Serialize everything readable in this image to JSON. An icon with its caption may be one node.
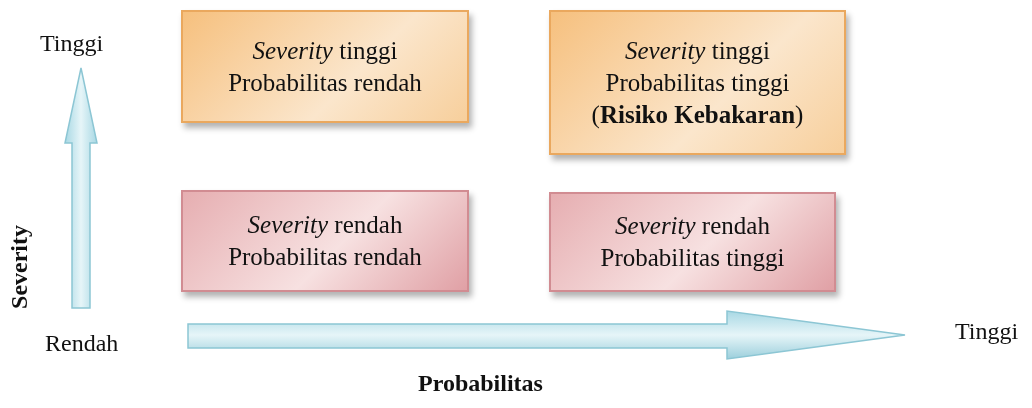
{
  "diagram": {
    "nodes": [
      {
        "text": [
          "*Severity* tinggi",
          "Probabilitas rendah"
        ]
      },
      {
        "text": [
          "*Severity* tinggi",
          "Probabilitas tinggi",
          "(**Risiko Kebakaran**)"
        ]
      },
      {
        "text": [
          "*Severity* rendah",
          "Probabilitas rendah"
        ]
      },
      {
        "text": [
          "*Severity* rendah",
          "Probabilitas tinggi"
        ]
      }
    ],
    "labels": [
      "Tinggi",
      "Severity",
      "Rendah",
      "Probabilitas",
      "Tinggi"
    ]
  }
}
